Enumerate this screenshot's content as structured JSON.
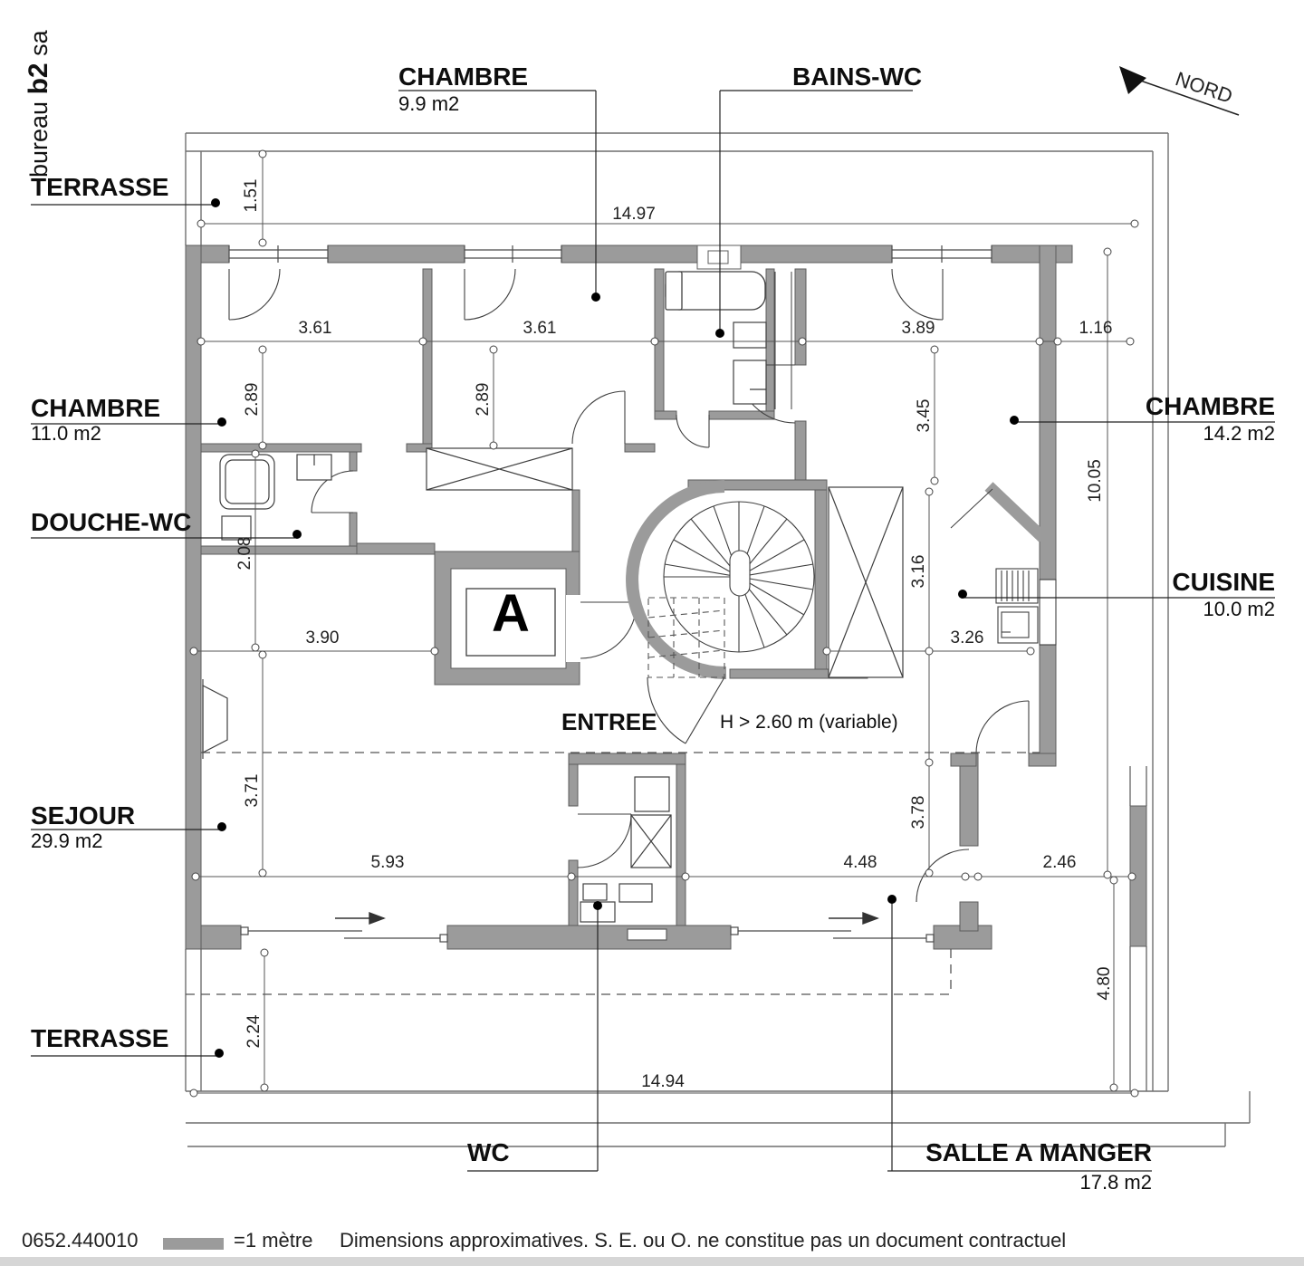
{
  "brand": {
    "prefix": "bureau ",
    "bold": "b2",
    "suffix": " sa"
  },
  "north_label": "NORD",
  "rooms": [
    {
      "name": "TERRASSE",
      "area": ""
    },
    {
      "name": "CHAMBRE",
      "area": "9.9 m2"
    },
    {
      "name": "BAINS-WC",
      "area": ""
    },
    {
      "name": "CHAMBRE",
      "area": "11.0 m2"
    },
    {
      "name": "CHAMBRE",
      "area": "14.2 m2"
    },
    {
      "name": "DOUCHE-WC",
      "area": ""
    },
    {
      "name": "CUISINE",
      "area": "10.0 m2"
    },
    {
      "name": "SEJOUR",
      "area": "29.9 m2"
    },
    {
      "name": "ENTREE",
      "area": ""
    },
    {
      "name": "TERRASSE",
      "area": ""
    },
    {
      "name": "WC",
      "area": ""
    },
    {
      "name": "SALLE A MANGER",
      "area": "17.8 m2"
    }
  ],
  "annotations": {
    "elevator": "A",
    "height_note": "H > 2.60 m (variable)"
  },
  "dims": {
    "top_width": "14.97",
    "terrace_top_depth": "1.51",
    "ch1_w": "3.61",
    "ch2_w": "3.61",
    "ch3_w": "3.89",
    "right_strip": "1.16",
    "ch1_h": "2.89",
    "ch2_h": "2.89",
    "ch3_h": "3.45",
    "right_height": "10.05",
    "hall_h": "2.08",
    "hall_w": "3.90",
    "kitchen_h": "3.16",
    "kitchen_w": "3.26",
    "sejour_h": "3.71",
    "dining_h": "3.78",
    "sejour_w": "5.93",
    "dining_w": "4.48",
    "terrace_e_w": "2.46",
    "terrace_e_h": "4.80",
    "terrace_s_depth": "2.24",
    "bottom_width": "14.94"
  },
  "footer": {
    "ref": "0652.440010",
    "scale_label": "=1 mètre",
    "disclaimer": "Dimensions approximatives. S. E. ou O. ne constitue pas un document contractuel"
  },
  "colors": {
    "wall": "#9b9b9b",
    "line": "#3f3f3f",
    "dim_line": "#555555",
    "text": "#111111"
  }
}
